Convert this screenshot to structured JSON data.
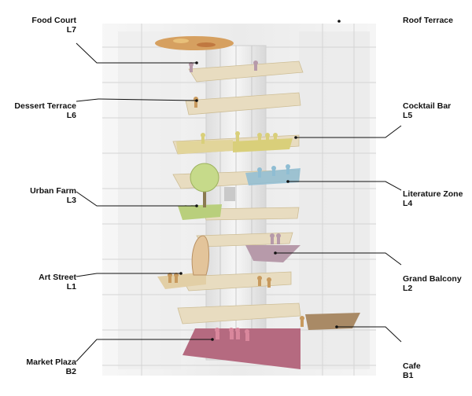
{
  "labels": {
    "food_court": {
      "name": "Food Court",
      "level": "L7"
    },
    "dessert_terrace": {
      "name": "Dessert Terrace",
      "level": "L6"
    },
    "urban_farm": {
      "name": "Urban Farm",
      "level": "L3"
    },
    "art_street": {
      "name": "Art Street",
      "level": "L1"
    },
    "market_plaza": {
      "name": "Market Plaza",
      "level": "B2"
    },
    "roof_terrace": {
      "name": "Roof Terrace",
      "level": ""
    },
    "cocktail_bar": {
      "name": "Cocktail Bar",
      "level": "L5"
    },
    "literature_zone": {
      "name": "Literature Zone",
      "level": "L4"
    },
    "grand_balcony": {
      "name": "Grand Balcony",
      "level": "L2"
    },
    "cafe": {
      "name": "Cafe",
      "level": "B1"
    }
  },
  "colors": {
    "market_plaza": "#b56a80",
    "grand_balcony": "#b79aaa",
    "cafe": "#a98a66",
    "cocktail_bar": "#d9cf7a",
    "literature_zone": "#8fbdd3",
    "urban_farm": "#b9cf7c",
    "dessert_terrace": "#c89a5e",
    "food_court": "#d6a060",
    "ramp": "#e8dcc0",
    "building": "#e6e6e6"
  }
}
